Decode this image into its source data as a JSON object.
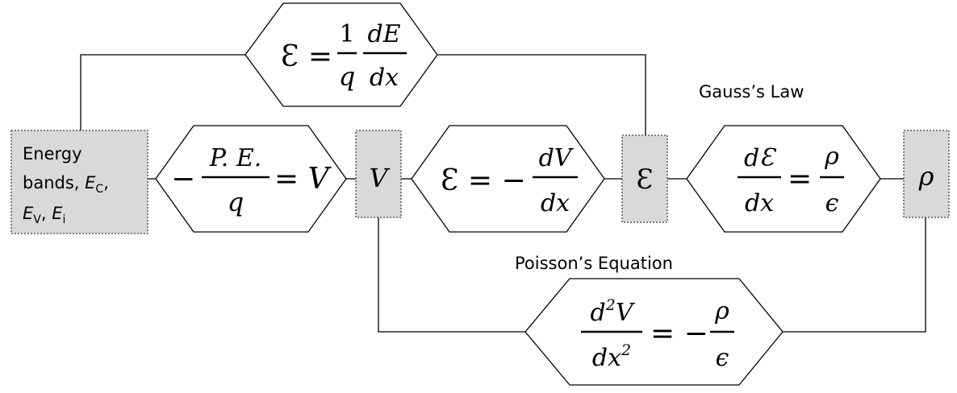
{
  "nodes": {
    "energy_bands": {
      "line1": "Energy",
      "line2_text": "bands, ",
      "line2_sym": "E",
      "line2_sub": "C",
      "line2_comma": ",",
      "line3_sym1": "E",
      "line3_sub1": "V",
      "line3_comma": ", ",
      "line3_sym2": "E",
      "line3_sub2": "i"
    },
    "voltage": {
      "symbol": "V"
    },
    "field": {
      "symbol": "Ɛ"
    },
    "charge": {
      "symbol": "ρ"
    }
  },
  "equations": {
    "potential_energy": {
      "minus": "−",
      "numerator": "P. E.",
      "denominator": "q",
      "rhs": "= V"
    },
    "field_from_energy": {
      "lhs": "Ɛ =",
      "num1": "1",
      "den1": "q",
      "num2": "dE",
      "den2": "dx"
    },
    "field_from_voltage": {
      "lhs": "Ɛ = −",
      "numerator": "dV",
      "denominator": "dx"
    },
    "gauss_law": {
      "num1": "dƐ",
      "den1": "dx",
      "eq": "=",
      "num2": "ρ",
      "den2": "ϵ"
    },
    "poisson": {
      "num1_d": "d",
      "num1_sup": "2",
      "num1_v": "V",
      "den1_dx": "dx",
      "den1_sup": "2",
      "eq": "= −",
      "num2": "ρ",
      "den2": "ϵ"
    }
  },
  "labels": {
    "gauss": "Gauss’s Law",
    "poisson": "Poisson’s Equation"
  }
}
